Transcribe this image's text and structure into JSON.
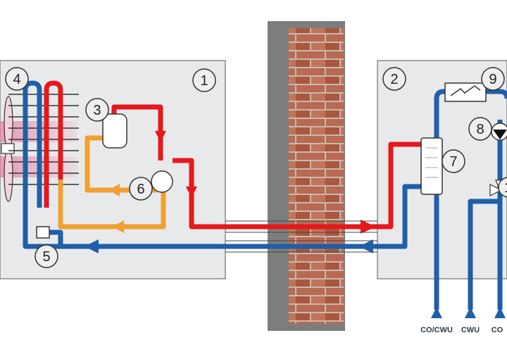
{
  "colors": {
    "hot": "#e5181c",
    "cold": "#1e5fa8",
    "mid": "#f0a030",
    "panel": "#e8e9eb",
    "wall_bg": "#8a8a8a",
    "brick": "#b86a52"
  },
  "callouts": [
    "1",
    "2",
    "3",
    "4",
    "5",
    "6",
    "7",
    "8",
    "9",
    "1"
  ],
  "outlets": {
    "co_cwu": "CO/CWU",
    "cwu": "CWU",
    "co": "CO"
  }
}
